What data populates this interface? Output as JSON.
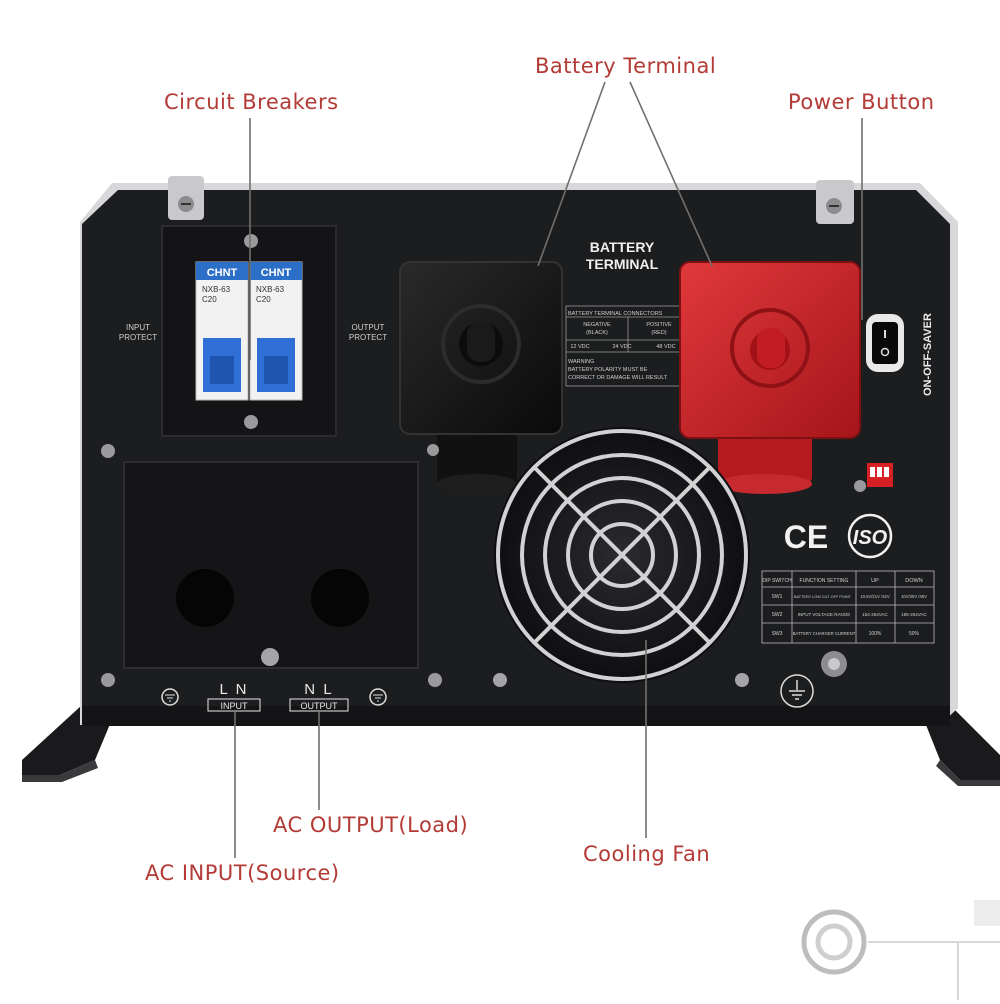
{
  "callouts": {
    "battery_terminal": "Battery Terminal",
    "circuit_breakers": "Circuit Breakers",
    "power_button": "Power Button",
    "ac_output": "AC OUTPUT(Load)",
    "ac_input": "AC INPUT(Source)",
    "cooling_fan": "Cooling Fan"
  },
  "panel": {
    "battery_terminal_heading_line1": "BATTERY",
    "battery_terminal_heading_line2": "TERMINAL",
    "input_protect_line1": "INPUT",
    "input_protect_line2": "PROTECT",
    "output_protect_line1": "OUTPUT",
    "output_protect_line2": "PROTECT",
    "switch_label": "ON-OFF-SAVER",
    "breaker_brand": "CHNT",
    "breaker_left_model": "NXB-63",
    "breaker_left_rating": "C20",
    "breaker_right_model": "NXB-63",
    "breaker_right_rating": "C20",
    "terminal_input_letters": "L  N",
    "terminal_input_label": "INPUT",
    "terminal_output_letters": "N  L",
    "terminal_output_label": "OUTPUT",
    "ce_mark": "CE",
    "iso_mark": "ISO"
  },
  "battery_table": {
    "title": "BATTERY TERMINAL CONNECTORS",
    "negative": "NEGATIVE",
    "negative_sub": "(BLACK)",
    "positive": "POSITIVE",
    "positive_sub": "(RED)",
    "voltages": [
      "12 VDC",
      "24 VDC",
      "48 VDC"
    ],
    "warning_title": "WARNING",
    "warning_line1": "BATTERY POLARITY MUST BE",
    "warning_line2": "CORRECT OR DAMAGE WILL RESULT"
  },
  "dip_table": {
    "headers": [
      "DIP SWITCH",
      "FUNCTION SETTING",
      "UP",
      "DOWN"
    ],
    "rows": [
      [
        "SW1",
        "BATTERY LOW CUT OFF POINT",
        "10.5V/21V /42V",
        "10V/20V /40V"
      ],
      [
        "SW2",
        "INPUT VOLTAGE RANGE",
        "154-264VAC",
        "185-264VAC"
      ],
      [
        "SW3",
        "BATTERY CHARGER CURRENT",
        "100%",
        "50%"
      ]
    ]
  },
  "colors": {
    "callout_text": "#b33a35",
    "panel": "#1b1c1e",
    "positive_terminal": "#c01d22",
    "negative_terminal": "#161616",
    "breaker_handle": "#2f6fd6"
  }
}
